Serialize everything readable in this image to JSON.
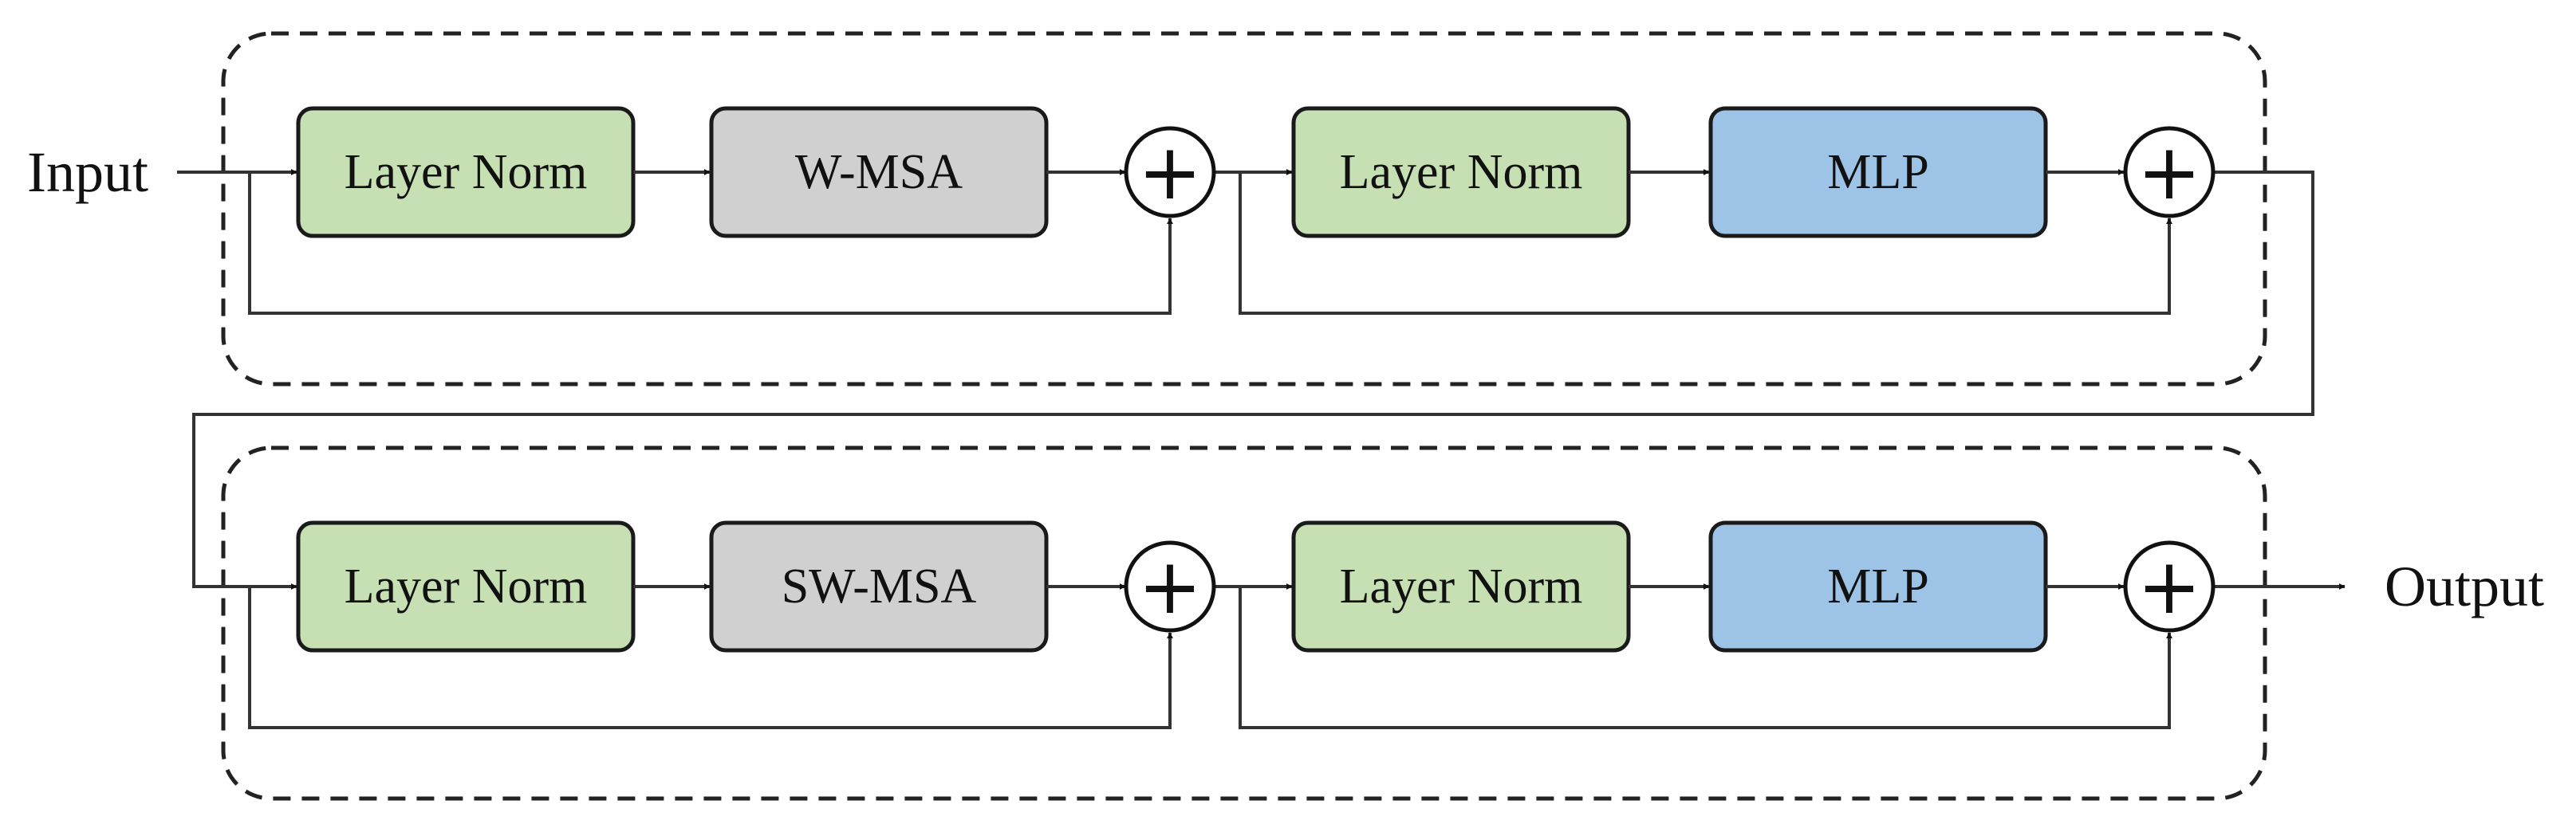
{
  "io": {
    "input": "Input",
    "output": "Output"
  },
  "top_block": {
    "blocks": [
      {
        "label": "Layer Norm",
        "kind": "norm"
      },
      {
        "label": "W-MSA",
        "kind": "attn"
      },
      {
        "label": "Layer Norm",
        "kind": "norm"
      },
      {
        "label": "MLP",
        "kind": "mlp"
      }
    ]
  },
  "bottom_block": {
    "blocks": [
      {
        "label": "Layer Norm",
        "kind": "norm"
      },
      {
        "label": "SW-MSA",
        "kind": "attn"
      },
      {
        "label": "Layer Norm",
        "kind": "norm"
      },
      {
        "label": "MLP",
        "kind": "mlp"
      }
    ]
  },
  "add_symbol": "+",
  "colors": {
    "norm": "#c6e0b4",
    "attn": "#d0d0d0",
    "mlp": "#9dc3e6",
    "stroke": "#1a1a1a",
    "line": "#333333"
  }
}
